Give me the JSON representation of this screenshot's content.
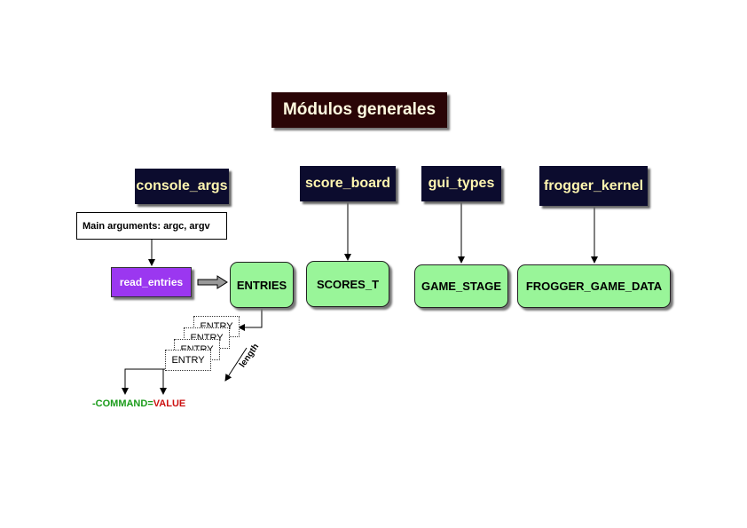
{
  "title": "Módulos generales",
  "modules": {
    "console_args": "console_args",
    "score_board": "score_board",
    "gui_types": "gui_types",
    "frogger_kernel": "frogger_kernel"
  },
  "note": "Main arguments: argc, argv",
  "function": "read_entries",
  "types": {
    "entries": "ENTRIES",
    "scores": "SCORES_T",
    "game_stage": "GAME_STAGE",
    "frogger_game_data": "FROGGER_GAME_DATA"
  },
  "entry_stack": [
    "ENTRY",
    "ENTRY",
    "ENTRY",
    "ENTRY"
  ],
  "length_label": "length",
  "command": {
    "prefix": "-COMMAND",
    "equals": "=",
    "value": "VALUE",
    "prefix_color": "#1a9b1a",
    "value_color": "#cc1111"
  },
  "colors": {
    "title_bg": "#2a0506",
    "module_bg": "#0c0c2e",
    "module_text": "#fff6b0",
    "type_bg": "#99f599",
    "function_bg": "#9b37f0"
  }
}
